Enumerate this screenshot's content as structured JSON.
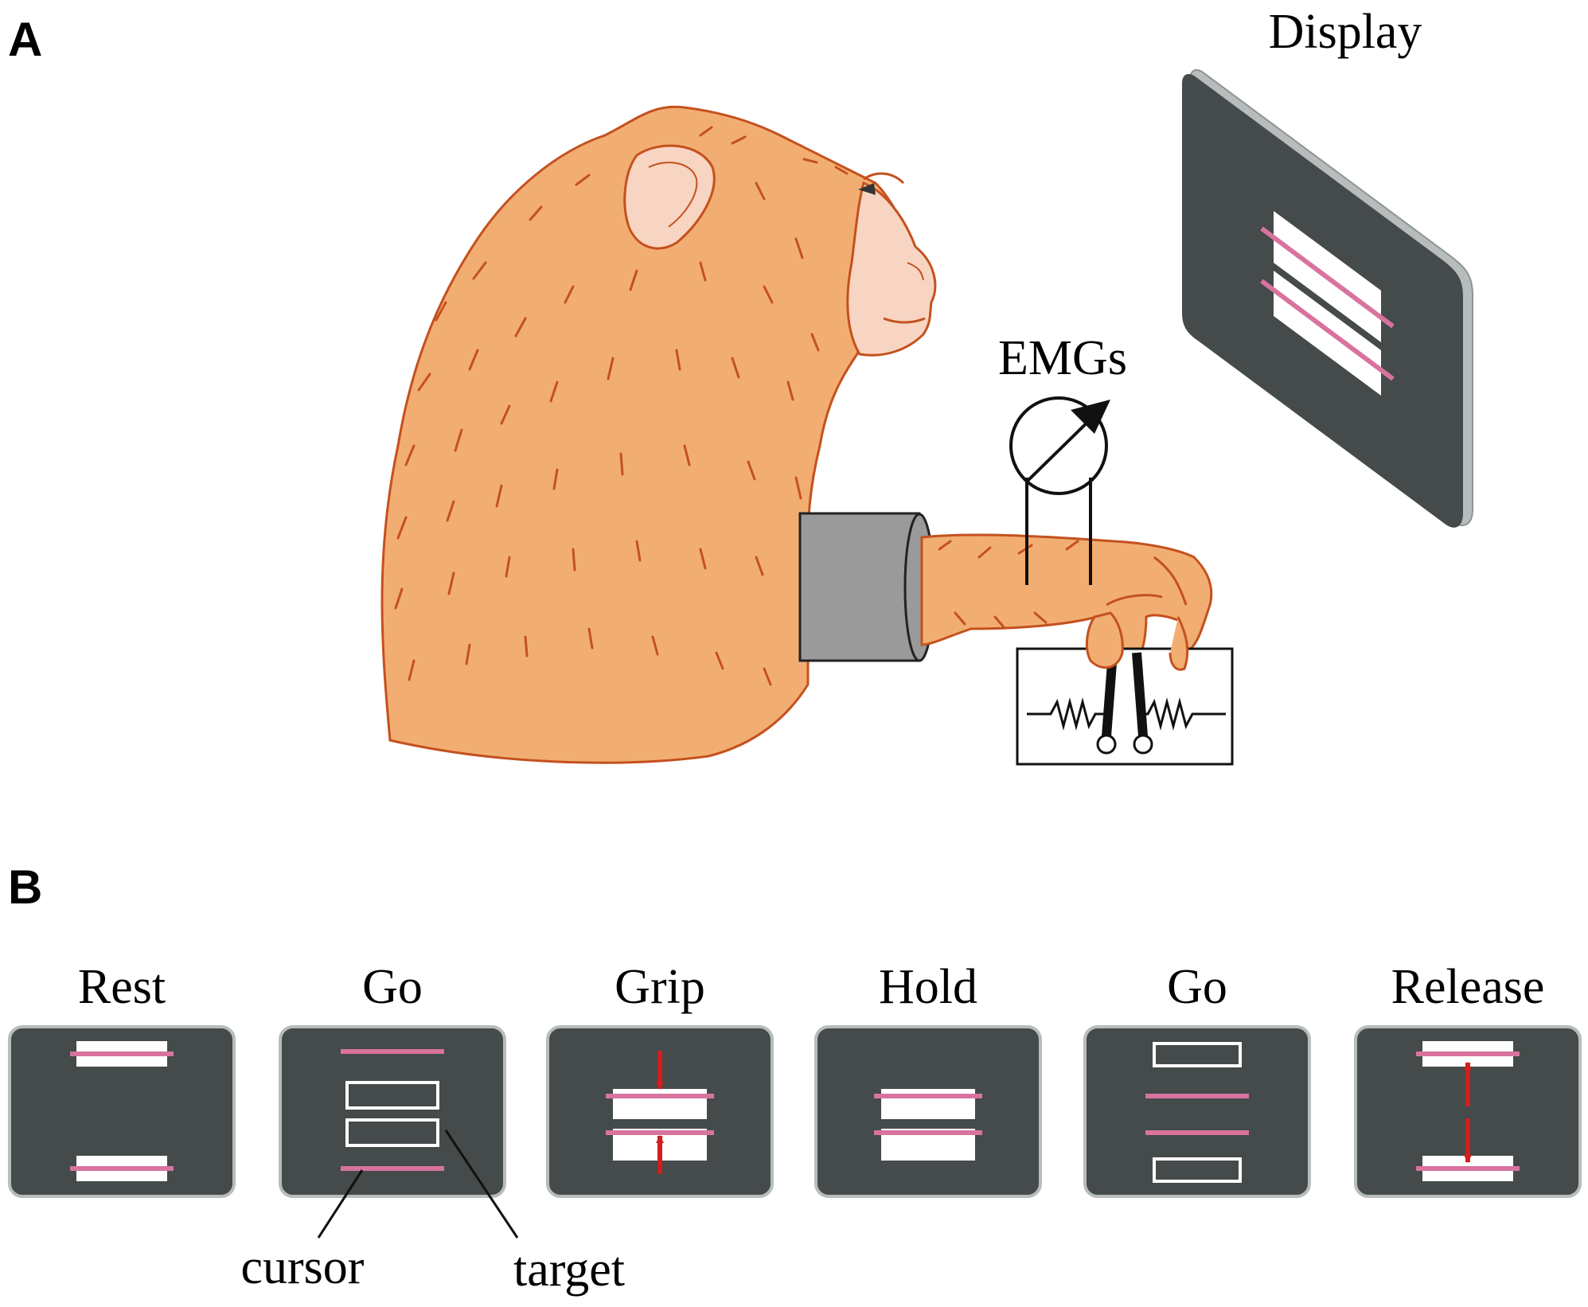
{
  "panel_a": {
    "letter": "A",
    "display_label": "Display",
    "emg_label": "EMGs"
  },
  "panel_b": {
    "letter": "B",
    "phases": [
      {
        "label": "Rest"
      },
      {
        "label": "Go"
      },
      {
        "label": "Grip"
      },
      {
        "label": "Hold"
      },
      {
        "label": "Go"
      },
      {
        "label": "Release"
      }
    ],
    "annotations": {
      "cursor": "cursor",
      "target": "target"
    }
  },
  "colors": {
    "fur": "#F2AE72",
    "fur_line": "#C4511E",
    "face": "#F8D5C2",
    "screen": "#454a4a",
    "screen_edge": "#b7bcbc",
    "cursor_line": "#D8739E",
    "arrow": "#D21E1E",
    "sleeve": "#9a9a9a"
  }
}
